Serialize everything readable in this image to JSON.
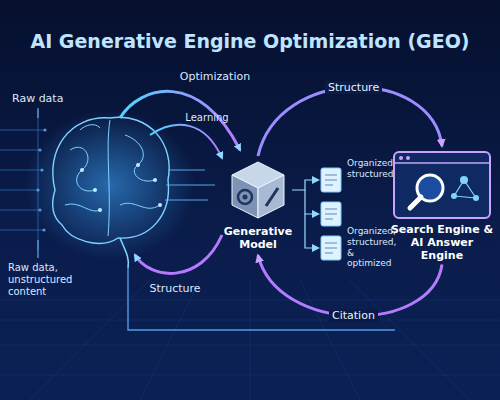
{
  "diagram": {
    "title": "AI Generative Engine Optimization (GEO)",
    "nodes": [
      {
        "text": [
          "Generative Model"
        ]
      },
      {
        "text": [
          "Search Engine & AI Answer Engine"
        ]
      }
    ],
    "edges": [
      {
        "from": 0,
        "to": 1,
        "label": "Structure",
        "arrow": "to"
      },
      {
        "from": 1,
        "to": 0,
        "label": "Citation",
        "arrow": "to"
      }
    ],
    "labels": [
      "Raw data",
      "Raw data, unstructured content",
      "Optimization",
      "Learning",
      "Structure",
      "Organized, structured",
      "Organized, structured, & optimized"
    ]
  }
}
